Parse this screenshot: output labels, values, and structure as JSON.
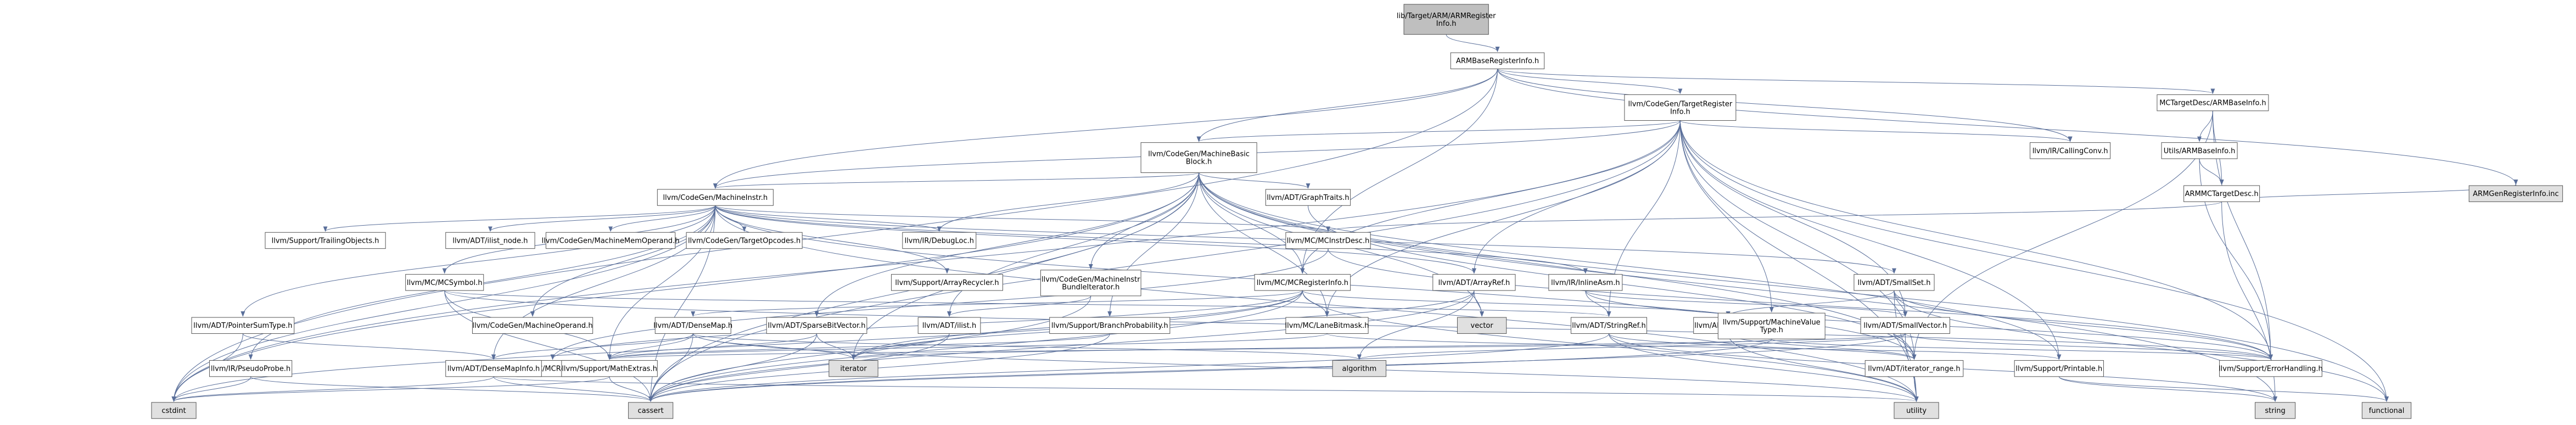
{
  "diagram": {
    "kind": "include-dependency-graph",
    "colors": {
      "edge": "#5a6f9a",
      "node_fill": "#ffffff",
      "external_fill": "#e0e0e0",
      "root_fill": "#bfbfbf",
      "red_text": "#c00000",
      "black_text": "#000000"
    },
    "nodes": [
      {
        "id": "root",
        "lines": [
          "lib/Target/ARM/ARMRegister",
          "Info.h"
        ],
        "style": "root"
      },
      {
        "id": "abri",
        "lines": [
          "ARMBaseRegisterInfo.h"
        ],
        "style": "normal"
      },
      {
        "id": "tri",
        "lines": [
          "llvm/CodeGen/TargetRegister",
          "Info.h"
        ],
        "style": "normal"
      },
      {
        "id": "mcbase",
        "lines": [
          "MCTargetDesc/ARMBaseInfo.h"
        ],
        "style": "normal"
      },
      {
        "id": "mbb",
        "lines": [
          "llvm/CodeGen/MachineBasic",
          "Block.h"
        ],
        "style": "normal"
      },
      {
        "id": "callconv",
        "lines": [
          "llvm/IR/CallingConv.h"
        ],
        "style": "normal"
      },
      {
        "id": "utilsbase",
        "lines": [
          "Utils/ARMBaseInfo.h"
        ],
        "style": "red"
      },
      {
        "id": "mcdesc",
        "lines": [
          "ARMMCTargetDesc.h"
        ],
        "style": "red"
      },
      {
        "id": "geninc",
        "lines": [
          "ARMGenRegisterInfo.inc"
        ],
        "style": "external"
      },
      {
        "id": "mi",
        "lines": [
          "llvm/CodeGen/MachineInstr.h"
        ],
        "style": "normal"
      },
      {
        "id": "graphtraits",
        "lines": [
          "llvm/ADT/GraphTraits.h"
        ],
        "style": "normal"
      },
      {
        "id": "mcinstrdesc",
        "lines": [
          "llvm/MC/MCInstrDesc.h"
        ],
        "style": "red"
      },
      {
        "id": "tracking",
        "lines": [
          "llvm/Support/TrailingObjects.h"
        ],
        "style": "red"
      },
      {
        "id": "ilistnode",
        "lines": [
          "llvm/ADT/ilist_node.h"
        ],
        "style": "red"
      },
      {
        "id": "mmo",
        "lines": [
          "llvm/CodeGen/MachineMemOperand.h"
        ],
        "style": "red"
      },
      {
        "id": "opcodes",
        "lines": [
          "llvm/CodeGen/TargetOpcodes.h"
        ],
        "style": "red"
      },
      {
        "id": "debugloc",
        "lines": [
          "llvm/IR/DebugLoc.h"
        ],
        "style": "red"
      },
      {
        "id": "mcsymbol",
        "lines": [
          "llvm/MC/MCSymbol.h"
        ],
        "style": "normal"
      },
      {
        "id": "mop",
        "lines": [
          "llvm/CodeGen/MachineOperand.h"
        ],
        "style": "red"
      },
      {
        "id": "arrayrecycler",
        "lines": [
          "llvm/Support/ArrayRecycler.h"
        ],
        "style": "red"
      },
      {
        "id": "bundleiter",
        "lines": [
          "llvm/CodeGen/MachineInstr",
          "BundleIterator.h"
        ],
        "style": "red"
      },
      {
        "id": "mcreginfo",
        "lines": [
          "llvm/MC/MCRegisterInfo.h"
        ],
        "style": "normal"
      },
      {
        "id": "arrayref",
        "lines": [
          "llvm/ADT/ArrayRef.h"
        ],
        "style": "red"
      },
      {
        "id": "inlineasm",
        "lines": [
          "llvm/IR/InlineAsm.h"
        ],
        "style": "red"
      },
      {
        "id": "smallset",
        "lines": [
          "llvm/ADT/SmallSet.h"
        ],
        "style": "red"
      },
      {
        "id": "ptrsum",
        "lines": [
          "llvm/ADT/PointerSumType.h"
        ],
        "style": "red"
      },
      {
        "id": "densemap",
        "lines": [
          "llvm/ADT/DenseMap.h"
        ],
        "style": "red"
      },
      {
        "id": "mcregister",
        "lines": [
          "llvm/MC/MCRegister.h"
        ],
        "style": "red"
      },
      {
        "id": "sparsebv",
        "lines": [
          "llvm/ADT/SparseBitVector.h"
        ],
        "style": "red"
      },
      {
        "id": "ilist",
        "lines": [
          "llvm/ADT/ilist.h"
        ],
        "style": "red"
      },
      {
        "id": "branchprob",
        "lines": [
          "llvm/Support/BranchProbability.h"
        ],
        "style": "red"
      },
      {
        "id": "lanebitmask",
        "lines": [
          "llvm/MC/LaneBitmask.h"
        ],
        "style": "red"
      },
      {
        "id": "vector",
        "lines": [
          "vector"
        ],
        "style": "external"
      },
      {
        "id": "stringref",
        "lines": [
          "llvm/ADT/StringRef.h"
        ],
        "style": "red"
      },
      {
        "id": "iteratorh",
        "lines": [
          "llvm/ADT/iterator.h"
        ],
        "style": "red"
      },
      {
        "id": "mvt",
        "lines": [
          "llvm/Support/MachineValue",
          "Type.h"
        ],
        "style": "red"
      },
      {
        "id": "smallvector",
        "lines": [
          "llvm/ADT/SmallVector.h"
        ],
        "style": "red"
      },
      {
        "id": "pseudoprobe",
        "lines": [
          "llvm/IR/PseudoProbe.h"
        ],
        "style": "red"
      },
      {
        "id": "densemapinfo",
        "lines": [
          "llvm/ADT/DenseMapInfo.h"
        ],
        "style": "red"
      },
      {
        "id": "mathextras",
        "lines": [
          "llvm/Support/MathExtras.h"
        ],
        "style": "red"
      },
      {
        "id": "iterator",
        "lines": [
          "iterator"
        ],
        "style": "external"
      },
      {
        "id": "algorithm",
        "lines": [
          "algorithm"
        ],
        "style": "external"
      },
      {
        "id": "iterrange",
        "lines": [
          "llvm/ADT/iterator_range.h"
        ],
        "style": "normal"
      },
      {
        "id": "printable",
        "lines": [
          "llvm/Support/Printable.h"
        ],
        "style": "normal"
      },
      {
        "id": "errorhandling",
        "lines": [
          "llvm/Support/ErrorHandling.h"
        ],
        "style": "red"
      },
      {
        "id": "cstdint",
        "lines": [
          "cstdint"
        ],
        "style": "external"
      },
      {
        "id": "cassert",
        "lines": [
          "cassert"
        ],
        "style": "external"
      },
      {
        "id": "utility",
        "lines": [
          "utility"
        ],
        "style": "external"
      },
      {
        "id": "string",
        "lines": [
          "string"
        ],
        "style": "external"
      },
      {
        "id": "functional",
        "lines": [
          "functional"
        ],
        "style": "external"
      }
    ],
    "edges": [
      [
        "root",
        "abri"
      ],
      [
        "abri",
        "tri"
      ],
      [
        "abri",
        "mcbase"
      ],
      [
        "abri",
        "mbb"
      ],
      [
        "abri",
        "mi"
      ],
      [
        "abri",
        "mcreginfo"
      ],
      [
        "abri",
        "geninc"
      ],
      [
        "abri",
        "cstdint"
      ],
      [
        "abri",
        "callconv"
      ],
      [
        "tri",
        "mbb"
      ],
      [
        "tri",
        "callconv"
      ],
      [
        "tri",
        "mcreginfo"
      ],
      [
        "tri",
        "arrayref"
      ],
      [
        "tri",
        "smallvector"
      ],
      [
        "tri",
        "stringref"
      ],
      [
        "tri",
        "iterrange"
      ],
      [
        "tri",
        "mvt"
      ],
      [
        "tri",
        "mi"
      ],
      [
        "tri",
        "lanebitmask"
      ],
      [
        "tri",
        "printable"
      ],
      [
        "tri",
        "errorhandling"
      ],
      [
        "tri",
        "cassert"
      ],
      [
        "tri",
        "cstdint"
      ],
      [
        "tri",
        "functional"
      ],
      [
        "tri",
        "utility"
      ],
      [
        "mcbase",
        "utilsbase"
      ],
      [
        "mcbase",
        "mcdesc"
      ],
      [
        "mcbase",
        "errorhandling"
      ],
      [
        "mcbase",
        "iterrange"
      ],
      [
        "utilsbase",
        "mcdesc"
      ],
      [
        "utilsbase",
        "errorhandling"
      ],
      [
        "mcdesc",
        "mcinstrdesc"
      ],
      [
        "mcdesc",
        "geninc"
      ],
      [
        "mcdesc",
        "string"
      ],
      [
        "mbb",
        "mi"
      ],
      [
        "mbb",
        "graphtraits"
      ],
      [
        "mbb",
        "ilist"
      ],
      [
        "mbb",
        "iterrange"
      ],
      [
        "mbb",
        "sparsebv"
      ],
      [
        "mbb",
        "bundleiter"
      ],
      [
        "mbb",
        "debugloc"
      ],
      [
        "mbb",
        "mcreginfo"
      ],
      [
        "mbb",
        "lanebitmask"
      ],
      [
        "mbb",
        "branchprob"
      ],
      [
        "mbb",
        "printable"
      ],
      [
        "mbb",
        "cassert"
      ],
      [
        "mbb",
        "cstdint"
      ],
      [
        "mbb",
        "functional"
      ],
      [
        "mbb",
        "iterator"
      ],
      [
        "mbb",
        "string"
      ],
      [
        "mbb",
        "vector"
      ],
      [
        "mi",
        "tracking"
      ],
      [
        "mi",
        "ilistnode"
      ],
      [
        "mi",
        "mmo"
      ],
      [
        "mi",
        "opcodes"
      ],
      [
        "mi",
        "debugloc"
      ],
      [
        "mi",
        "mcsymbol"
      ],
      [
        "mi",
        "mop"
      ],
      [
        "mi",
        "arrayrecycler"
      ],
      [
        "mi",
        "mcinstrdesc"
      ],
      [
        "mi",
        "inlineasm"
      ],
      [
        "mi",
        "smallset"
      ],
      [
        "mi",
        "ptrsum"
      ],
      [
        "mi",
        "densemapinfo"
      ],
      [
        "mi",
        "pseudoprobe"
      ],
      [
        "mi",
        "arrayref"
      ],
      [
        "mi",
        "iterrange"
      ],
      [
        "mi",
        "mathextras"
      ],
      [
        "mi",
        "cassert"
      ],
      [
        "mi",
        "cstdint"
      ],
      [
        "mi",
        "utility"
      ],
      [
        "graphtraits",
        "iterrange"
      ],
      [
        "mcinstrdesc",
        "mcregister"
      ],
      [
        "mcinstrdesc",
        "errorhandling"
      ],
      [
        "mcsymbol",
        "mathextras"
      ],
      [
        "mcsymbol",
        "errorhandling"
      ],
      [
        "mcsymbol",
        "cassert"
      ],
      [
        "mcsymbol",
        "stringref"
      ],
      [
        "bundleiter",
        "ilist"
      ],
      [
        "bundleiter",
        "cassert"
      ],
      [
        "mcreginfo",
        "densemap"
      ],
      [
        "mcreginfo",
        "iteratorh"
      ],
      [
        "mcreginfo",
        "lanebitmask"
      ],
      [
        "mcreginfo",
        "mcregister"
      ],
      [
        "mcreginfo",
        "cassert"
      ],
      [
        "mcreginfo",
        "cstdint"
      ],
      [
        "mcreginfo",
        "utility"
      ],
      [
        "mcreginfo",
        "iterator"
      ],
      [
        "arrayref",
        "vector"
      ],
      [
        "arrayref",
        "algorithm"
      ],
      [
        "arrayref",
        "iterator"
      ],
      [
        "arrayref",
        "cassert"
      ],
      [
        "inlineasm",
        "stringref"
      ],
      [
        "inlineasm",
        "smallvector"
      ],
      [
        "inlineasm",
        "errorhandling"
      ],
      [
        "smallset",
        "smallvector"
      ],
      [
        "smallset",
        "iteratorh"
      ],
      [
        "smallset",
        "errorhandling"
      ],
      [
        "smallset",
        "functional"
      ],
      [
        "smallset",
        "utility"
      ],
      [
        "ptrsum",
        "densemapinfo"
      ],
      [
        "ptrsum",
        "cstdint"
      ],
      [
        "densemap",
        "densemapinfo"
      ],
      [
        "densemap",
        "mathextras"
      ],
      [
        "densemap",
        "algorithm"
      ],
      [
        "densemap",
        "cassert"
      ],
      [
        "densemap",
        "iterator"
      ],
      [
        "densemap",
        "utility"
      ],
      [
        "sparsebv",
        "mathextras"
      ],
      [
        "sparsebv",
        "cassert"
      ],
      [
        "sparsebv",
        "iterator"
      ],
      [
        "ilist",
        "cassert"
      ],
      [
        "ilist",
        "iterator"
      ],
      [
        "branchprob",
        "mathextras"
      ],
      [
        "branchprob",
        "cassert"
      ],
      [
        "lanebitmask",
        "mathextras"
      ],
      [
        "lanebitmask",
        "printable"
      ],
      [
        "stringref",
        "iterrange"
      ],
      [
        "stringref",
        "cassert"
      ],
      [
        "stringref",
        "string"
      ],
      [
        "stringref",
        "utility"
      ],
      [
        "iteratorh",
        "iterrange"
      ],
      [
        "iteratorh",
        "utility"
      ],
      [
        "mvt",
        "errorhandling"
      ],
      [
        "mvt",
        "mathextras"
      ],
      [
        "mvt",
        "cassert"
      ],
      [
        "smallvector",
        "errorhandling"
      ],
      [
        "smallvector",
        "cassert"
      ],
      [
        "smallvector",
        "iterator"
      ],
      [
        "smallvector",
        "utility"
      ],
      [
        "smallvector",
        "algorithm"
      ],
      [
        "pseudoprobe",
        "cstdint"
      ],
      [
        "pseudoprobe",
        "cassert"
      ],
      [
        "densemapinfo",
        "cassert"
      ],
      [
        "densemapinfo",
        "cstdint"
      ],
      [
        "densemapinfo",
        "utility"
      ],
      [
        "mathextras",
        "cassert"
      ],
      [
        "mathextras",
        "cstdint"
      ],
      [
        "iterrange",
        "utility"
      ],
      [
        "printable",
        "functional"
      ],
      [
        "printable",
        "string"
      ]
    ]
  }
}
